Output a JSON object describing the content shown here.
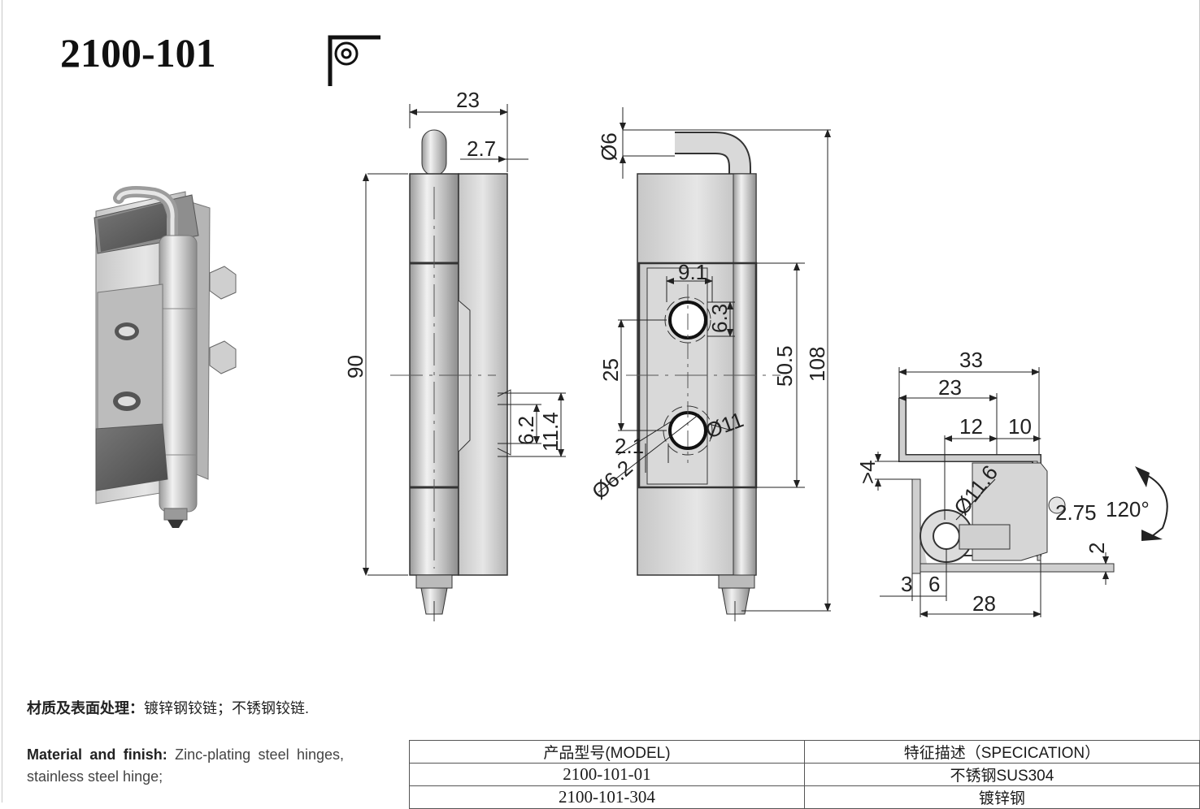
{
  "model": "2100-101",
  "front_dims": {
    "width": "23",
    "offset": "2.7",
    "height": "90",
    "slot_h": "6.2",
    "slot_total": "11.4"
  },
  "side_dims": {
    "pin_dia": "Ø6",
    "hole_spacing": "9.1",
    "hole_h": "6.3",
    "pitch": "25",
    "leaf_h": "50.5",
    "total_h": "108",
    "offset": "2.1",
    "hole_dia": "Ø6.2",
    "csk_dia": "Ø11"
  },
  "top_dims": {
    "total_w": "33",
    "inner_w": "23",
    "a": "12",
    "b": "10",
    "gap": ">4",
    "knuckle_dia": "Ø11.6",
    "pin_gap": "2.75",
    "angle": "120°",
    "thickness": "2",
    "t3": "3",
    "t6": "6",
    "base_w": "28"
  },
  "material_cn": {
    "label": "材质及表面处理：",
    "text": "镀锌钢铰链；不锈钢铰链."
  },
  "material_en": {
    "label": "Material and finish:",
    "text": " Zinc-plating steel hinges, stainless steel hinge;"
  },
  "table": {
    "headers": [
      "产品型号(MODEL)",
      "特征描述（SPECICATION）"
    ],
    "rows": [
      [
        "2100-101-01",
        "不锈钢SUS304"
      ],
      [
        "2100-101-304",
        "镀锌钢"
      ]
    ]
  }
}
